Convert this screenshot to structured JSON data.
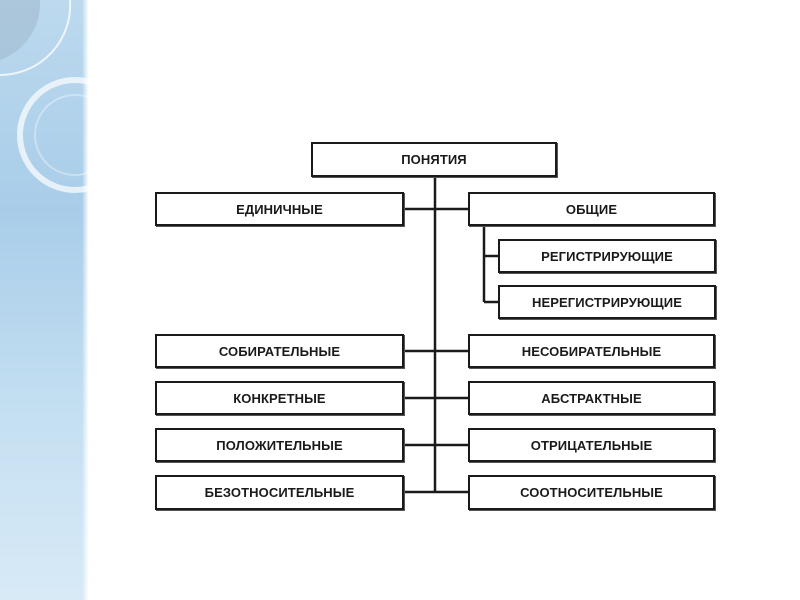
{
  "diagram": {
    "root": "ПОНЯТИЯ",
    "left_nodes": [
      "ЕДИНИЧНЫЕ",
      "СОБИРАТЕЛЬНЫЕ",
      "КОНКРЕТНЫЕ",
      "ПОЛОЖИТЕЛЬНЫЕ",
      "БЕЗОТНОСИТЕЛЬНЫЕ"
    ],
    "right_nodes": [
      "ОБЩИЕ",
      "НЕСОБИРАТЕЛЬНЫЕ",
      "АБСТРАКТНЫЕ",
      "ОТРИЦАТЕЛЬНЫЕ",
      "СООТНОСИТЕЛЬНЫЕ"
    ],
    "general_subnodes": [
      "РЕГИСТРИРУЮЩИЕ",
      "НЕРЕГИСТРИРУЮЩИЕ"
    ]
  },
  "colors": {
    "line": "#1a1a1a",
    "side_band": "#a9cde9"
  }
}
